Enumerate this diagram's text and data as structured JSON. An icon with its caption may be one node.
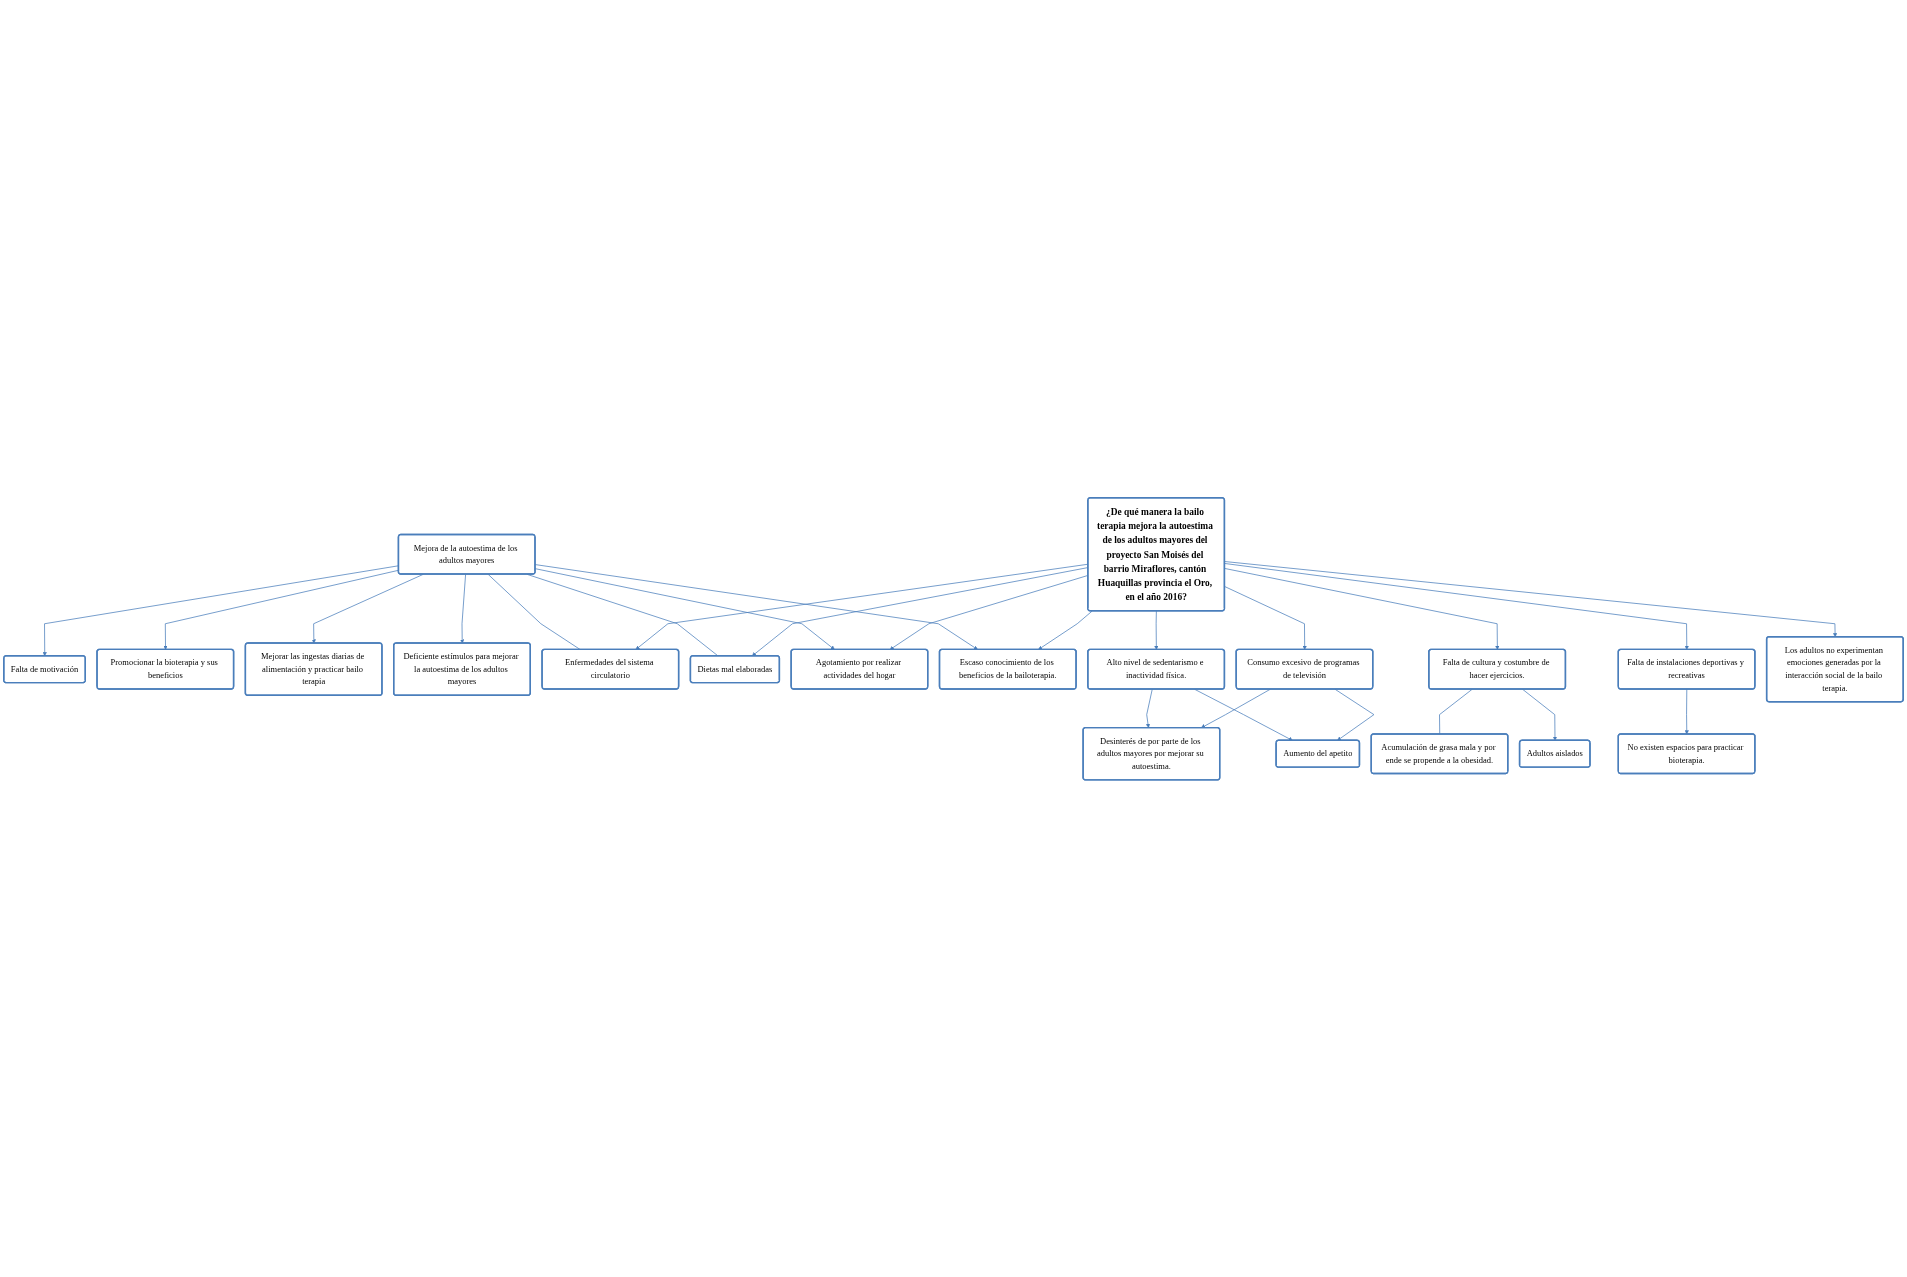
{
  "diagram": {
    "nodes": [
      {
        "text": [
          "Falta de motivación"
        ]
      },
      {
        "text": [
          "Promocionar la bioterapia y sus beneficios"
        ]
      },
      {
        "text": [
          "Mejorar las ingestas diarias de alimentación y practicar bailo terapia"
        ]
      },
      {
        "text": [
          "Deficiente estímulos para mejorar la autoestima de los adultos mayores"
        ]
      },
      {
        "text": [
          "Mejora de la autoestima de los adultos mayores"
        ]
      },
      {
        "text": [
          "Enfermedades del sistema circulatorio"
        ]
      },
      {
        "text": [
          "Dietas mal elaboradas"
        ]
      },
      {
        "text": [
          "Agotamiento por realizar actividades del hogar"
        ]
      },
      {
        "text": [
          "Escaso conocimiento de los beneficios de la bailoterapia."
        ]
      },
      {
        "text": [
          "¿De qué manera la bailo terapia mejora la autoestima de los adultos mayores del proyecto San Moisés del barrio Miraflores, cantón Huaquillas provincia el Oro, en el año 2016?"
        ]
      },
      {
        "text": [
          "Alto nivel de sedentarismo e inactividad física."
        ]
      },
      {
        "text": [
          "Consumo excesivo de programas de televisión"
        ]
      },
      {
        "text": [
          "Falta de cultura y costumbre de hacer ejercicios."
        ]
      },
      {
        "text": [
          "Falta de instalaciones deportivas y recreativas"
        ]
      },
      {
        "text": [
          "Los adultos no experimentan emociones generadas por la interacción social de la bailo terapia."
        ]
      },
      {
        "text": [
          "Desinterés de por parte de los adultos mayores por mejorar su autoestima."
        ]
      },
      {
        "text": [
          "Aumento del apetito"
        ]
      },
      {
        "text": [
          "Acumulación de grasa mala y por ende se propende a la obesidad."
        ]
      },
      {
        "text": [
          "No existen espacios para practicar bioterapia."
        ]
      },
      {
        "text": [
          "Adultos aislados"
        ]
      }
    ],
    "edges": [
      {
        "from": 4,
        "to": 0,
        "arrow": "to"
      },
      {
        "from": 4,
        "to": 1,
        "arrow": "to"
      },
      {
        "from": 4,
        "to": 2,
        "arrow": "to"
      },
      {
        "from": 4,
        "to": 3,
        "arrow": "to"
      },
      {
        "from": 4,
        "to": 5,
        "arrow": "none"
      },
      {
        "from": 4,
        "to": 6,
        "arrow": "none"
      },
      {
        "from": 4,
        "to": 7,
        "arrow": "to"
      },
      {
        "from": 4,
        "to": 8,
        "arrow": "to"
      },
      {
        "from": 9,
        "to": 5,
        "arrow": "to"
      },
      {
        "from": 9,
        "to": 6,
        "arrow": "to"
      },
      {
        "from": 9,
        "to": 7,
        "arrow": "to"
      },
      {
        "from": 9,
        "to": 8,
        "arrow": "to"
      },
      {
        "from": 9,
        "to": 10,
        "arrow": "to"
      },
      {
        "from": 9,
        "to": 11,
        "arrow": "to"
      },
      {
        "from": 9,
        "to": 12,
        "arrow": "to"
      },
      {
        "from": 9,
        "to": 13,
        "arrow": "to"
      },
      {
        "from": 9,
        "to": 14,
        "arrow": "to"
      },
      {
        "from": 10,
        "to": 15,
        "arrow": "to"
      },
      {
        "from": 10,
        "to": 16,
        "arrow": "to"
      },
      {
        "from": 11,
        "to": 15,
        "arrow": "to"
      },
      {
        "from": 11,
        "to": 16,
        "arrow": "to"
      },
      {
        "from": 12,
        "to": 17,
        "arrow": "none"
      },
      {
        "from": 12,
        "to": 19,
        "arrow": "to"
      },
      {
        "from": 13,
        "to": 18,
        "arrow": "to"
      }
    ]
  }
}
